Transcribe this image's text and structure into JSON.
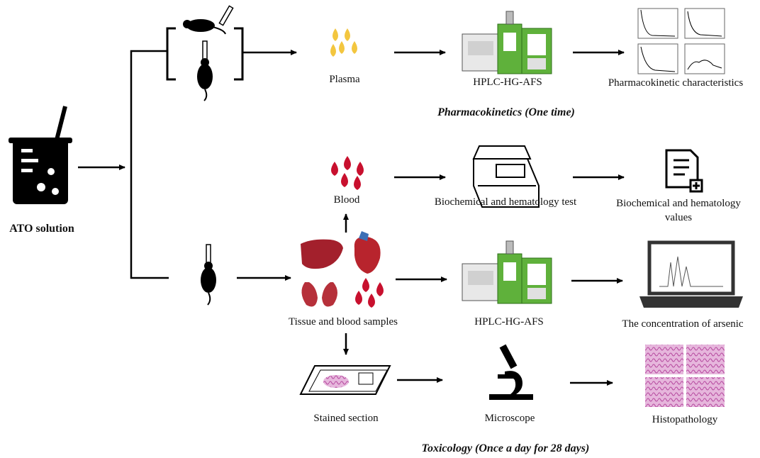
{
  "labels": {
    "ato_solution": "ATO solution",
    "plasma": "Plasma",
    "hplc_top": "HPLC-HG-AFS",
    "pk_characteristics": "Pharmacokinetic characteristics",
    "pk_section": "Pharmacokinetics (One time)",
    "blood": "Blood",
    "biochem_test": "Biochemical and hematology test",
    "biochem_values": "Biochemical and hematology values",
    "tissue_blood": "Tissue and blood samples",
    "hplc_middle": "HPLC-HG-AFS",
    "arsenic_conc": "The concentration of arsenic",
    "stained_section": "Stained section",
    "microscope": "Microscope",
    "histopathology": "Histopathology",
    "tox_section": "Toxicology (Once a day for 28 days)"
  },
  "icons": [
    "beaker-icon",
    "rat-injection-icon",
    "rat-oral-icon",
    "plasma-drops-icon",
    "hplc-instrument-icon",
    "pk-curves-icon",
    "blood-drops-icon",
    "biochem-analyzer-icon",
    "report-icon",
    "organs-icon",
    "laptop-chart-icon",
    "stained-slide-icon",
    "microscope-icon",
    "histology-images-icon"
  ],
  "colors": {
    "line": "#000000",
    "plasma": "#f3c63f",
    "blood": "#c8102e",
    "instrument_green": "#5fb13b",
    "tissue_pink": "#c65fb0"
  }
}
